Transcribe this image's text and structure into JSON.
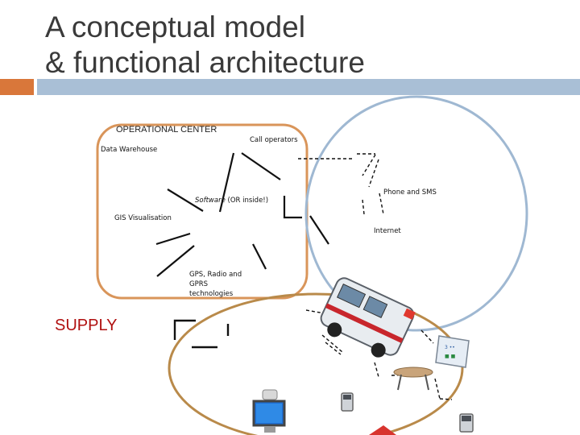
{
  "title": {
    "line1": "A conceptual model",
    "line2": "& functional architecture"
  },
  "labels": {
    "operational_center": "OPERATIONAL CENTER",
    "call_operators": "Call operators",
    "data_warehouse": "Data Warehouse",
    "software_italic": "Software",
    "software_rest": " (OR inside!)",
    "gis_visualisation": "GIS Visualisation",
    "phone_sms": "Phone and SMS",
    "internet": "Internet",
    "gps_line1": "GPS, Radio and",
    "gps_line2": "GPRS",
    "gps_line3": "technologies",
    "supply": "SUPPLY"
  },
  "colors": {
    "accent": "#d9773a",
    "rule": "#a9bfd6",
    "operational_box": "#d9955a",
    "communication_ellipse": "#9fb8d2",
    "supply_ellipse": "#b98a4a",
    "supply_text": "#b01010"
  },
  "icons": [
    "ambulance-icon",
    "monitor-icon",
    "phone-icon",
    "phone-icon",
    "screen-icon",
    "table-icon"
  ]
}
